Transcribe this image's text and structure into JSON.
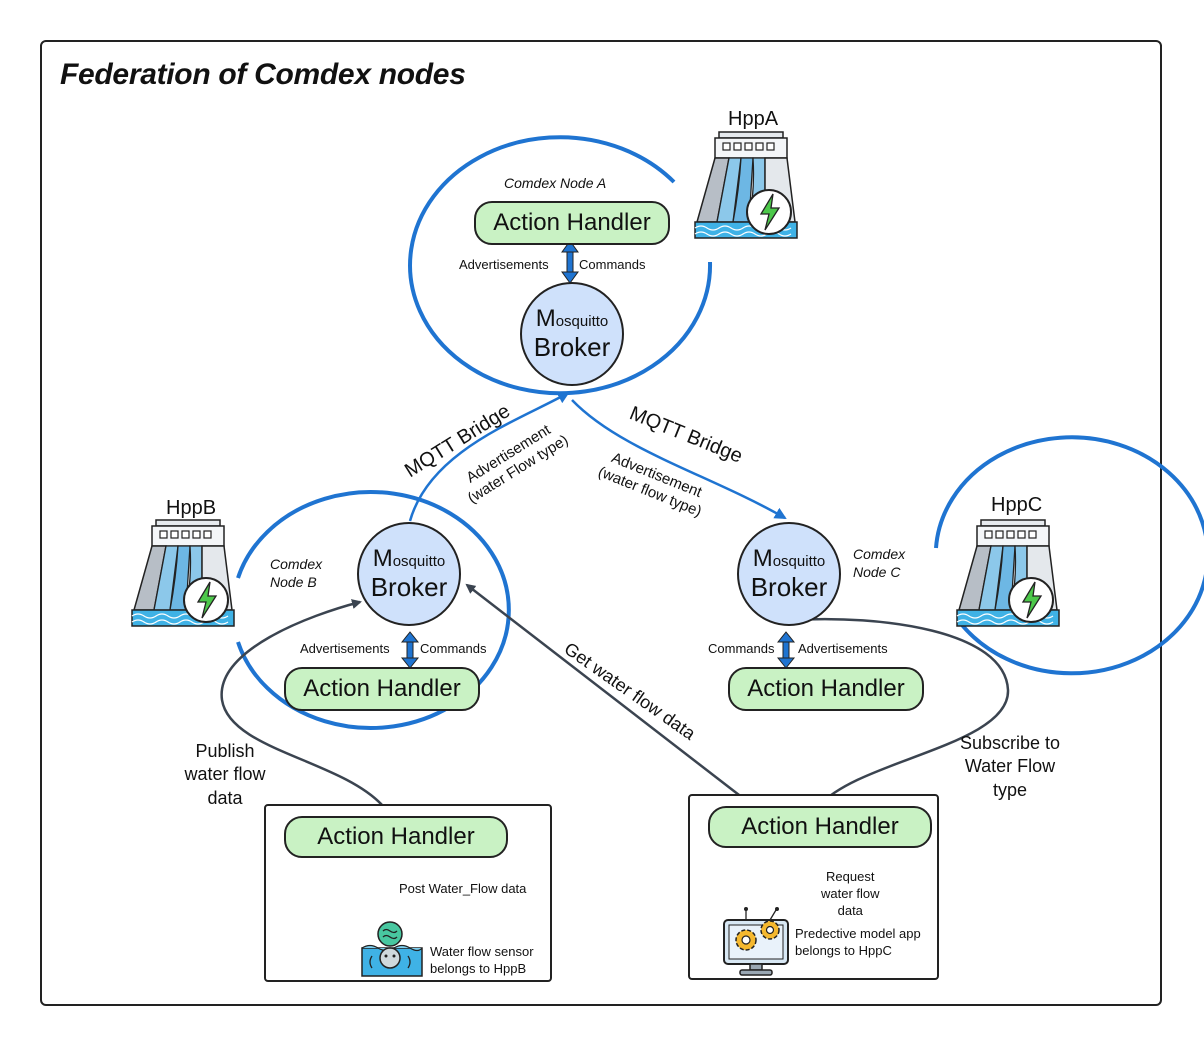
{
  "title": "Federation of Comdex nodes",
  "colors": {
    "accent_blue": "#1f74d1",
    "action_handler_fill": "#c9f2c4",
    "broker_fill": "#cfe1fb"
  },
  "nodes": {
    "a": {
      "label_line1": "Comdex Node A",
      "plant": "HppA",
      "adv_label": "Advertisements",
      "cmd_label": "Commands"
    },
    "b": {
      "label_line1": "Comdex",
      "label_line2": "Node B",
      "plant": "HppB",
      "adv_label": "Advertisements",
      "cmd_label": "Commands"
    },
    "c": {
      "label_line1": "Comdex",
      "label_line2": "Node C",
      "plant": "HppC",
      "adv_label": "Advertisements",
      "cmd_label": "Commands"
    }
  },
  "broker": {
    "m": "M",
    "osquitto": "osquitto",
    "word": "Broker"
  },
  "action_handler": "Action Handler",
  "bridges": {
    "left": {
      "title": "MQTT Bridge",
      "adv_line1": "Advertisement",
      "adv_line2": "(water Flow type)"
    },
    "right": {
      "title": "MQTT Bridge",
      "adv_line1": "Advertisement",
      "adv_line2": "(water flow type)"
    }
  },
  "flows": {
    "publish": [
      "Publish",
      "water flow",
      "data"
    ],
    "get": "Get water flow data",
    "subscribe": [
      "Subscribe to",
      "Water Flow",
      "type"
    ]
  },
  "sensor_app": {
    "post_label": "Post Water_Flow data",
    "device_line1": "Water flow sensor",
    "device_line2": "belongs to HppB"
  },
  "model_app": {
    "request_lines": [
      "Request",
      "water flow",
      "data"
    ],
    "device_line1": "Predective model app",
    "device_line2": "belongs to HppC"
  },
  "icons": {
    "plant": "hydropower-plant-icon",
    "sensor": "water-sensor-icon",
    "app": "predictive-model-app-icon"
  }
}
